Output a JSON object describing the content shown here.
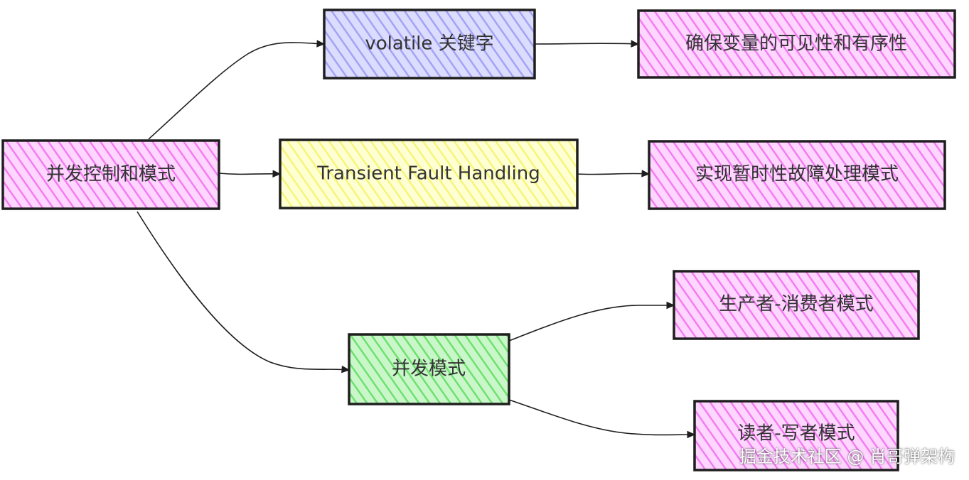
{
  "nodes": {
    "root": {
      "label": "并发控制和模式",
      "color": "#ff99ff"
    },
    "volatile": {
      "label": "volatile 关键字",
      "color": "#b3b3ff"
    },
    "volatile_desc": {
      "label": "确保变量的可见性和有序性",
      "color": "#ff99ff"
    },
    "transient": {
      "label": "Transient Fault Handling",
      "color": "#ffff99"
    },
    "transient_desc": {
      "label": "实现暂时性故障处理模式",
      "color": "#ff99ff"
    },
    "patterns": {
      "label": "并发模式",
      "color": "#80f080"
    },
    "producer_consumer": {
      "label": "生产者-消费者模式",
      "color": "#ff99ff"
    },
    "reader_writer": {
      "label": "读者-写者模式",
      "color": "#ff99ff"
    }
  },
  "watermark": "掘金技术社区 @ 肖哥弹架构"
}
